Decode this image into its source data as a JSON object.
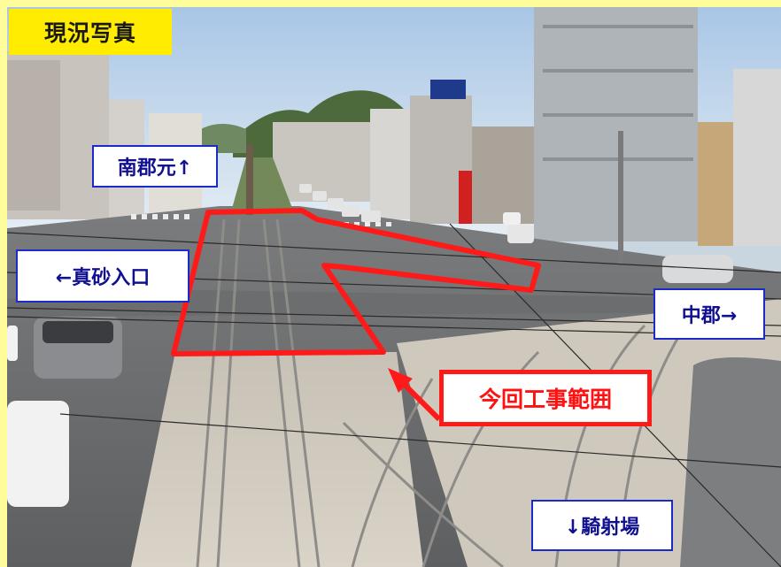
{
  "title": "現況写真",
  "labels": {
    "minamigorimoto": "南郡元↑",
    "masago": "←真砂入口",
    "nakagori": "中郡→",
    "kishaba": "↓騎射場"
  },
  "work_area_label": "今回工事範囲",
  "colors": {
    "background": "#fffd9b",
    "title_bg": "#ffec00",
    "label_border": "#1a2bc8",
    "label_text": "#101090",
    "work_area_outline": "#ff1a1a"
  }
}
